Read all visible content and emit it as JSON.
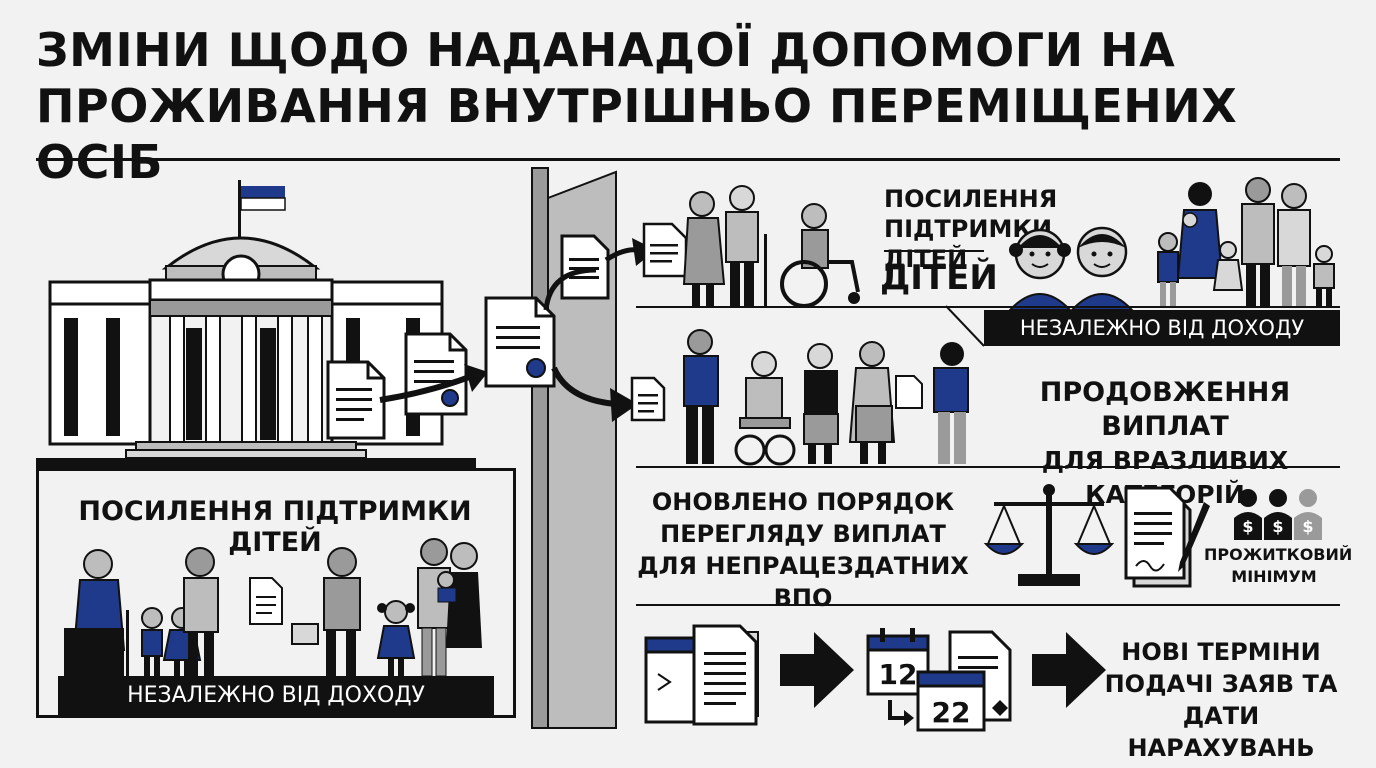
{
  "title": {
    "line1": "ЗМІНИ ЩОДО НАДАНАДОЇ  ДОПОМОГИ  НА",
    "line2": "ПРОЖИВАННЯ ВНУТРІШНЬО ПЕРЕМІЩЕНИХ ОСІБ"
  },
  "left_panel": {
    "heading": "ПОСИЛЕННЯ ПІДТРИМКИ ДІТЕЙ",
    "bar": "НЕЗАЛЕЖНО ВІД ДОХОДУ"
  },
  "right_rows": {
    "row1_heading_line1": "ПОСИЛЕННЯ ПІДТРИМКИ",
    "row1_heading_line2": "ДІТЕЙ",
    "row1_big": "ДІТЕЙ",
    "row1_bar": "НЕЗАЛЕЖНО ВІД ДОХОДУ",
    "row2_line1": "ПРОДОВЖЕННЯ ВИПЛАТ",
    "row2_line2": "ДЛЯ ВРАЗЛИВИХ КАТЕГОРІЙ",
    "row3_line1": "ОНОВЛЕНО ПОРЯДОК",
    "row3_line2": "ПЕРЕГЛЯДУ ВИПЛАТ",
    "row3_line3": "ДЛЯ НЕПРАЦЕЗДАТНИХ ВПО",
    "row3_min_line1": "ПРОЖИТКОВИЙ",
    "row3_min_line2": "МІНІМУМ",
    "row3_dollar": "$",
    "row4_cal1": "12",
    "row4_cal2": "22",
    "row4_line1": "НОВІ ТЕРМІНИ",
    "row4_line2": "ПОДАЧІ ЗАЯВ ТА",
    "row4_line3": "ДАТИ НАРАХУВАНЬ"
  },
  "colors": {
    "accent_blue": "#1f3a8a",
    "black": "#111111",
    "gray": "#9a9a9a",
    "light_gray": "#d8d8d8",
    "background": "#f2f2f2"
  },
  "icons": [
    "flag-icon",
    "parliament-building-icon",
    "document-icon",
    "arrow-icon",
    "family-icon",
    "elderly-couple-icon",
    "wheelchair-icon",
    "children-icon",
    "scales-icon",
    "contract-pen-icon",
    "money-people-icon",
    "calendar-icon",
    "diamond-icon",
    "computer-document-icon"
  ]
}
